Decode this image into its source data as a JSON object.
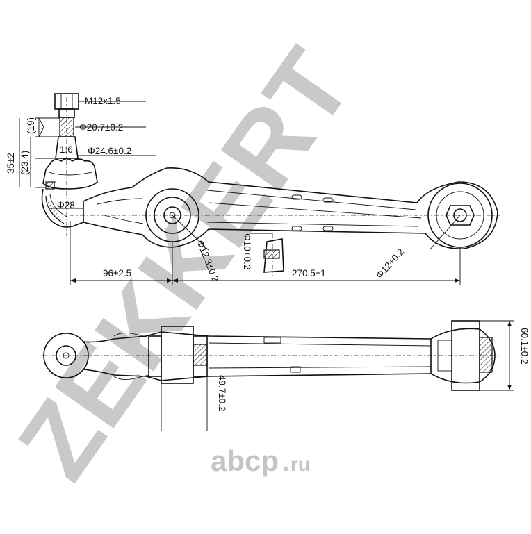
{
  "watermark": {
    "brand": "ZEKKERT",
    "site_text": "abcp.ru",
    "site_dot": ".",
    "site_main": "abcp",
    "site_tld": "ru"
  },
  "dimensions": {
    "thread": "M12x1.5",
    "d_top": "Φ20.7±0.2",
    "d_mid": "Φ24.6±0.2",
    "h19": "(19)",
    "h234": "(23.4)",
    "h35": "35±2",
    "taper": "1:6",
    "ball": "Φ28",
    "bush_front": "Φ12.3±0.2",
    "bracket_hole": "Φ10+0.2",
    "len_left": "96±2.5",
    "len_right": "270.5±1",
    "bush_rear": "Φ12+0.2",
    "bush_rear_width": "60.1±0.2",
    "bush_front_width": "49.7±0.2"
  },
  "colors": {
    "line": "#111111",
    "watermark": "#c9c9c9"
  }
}
